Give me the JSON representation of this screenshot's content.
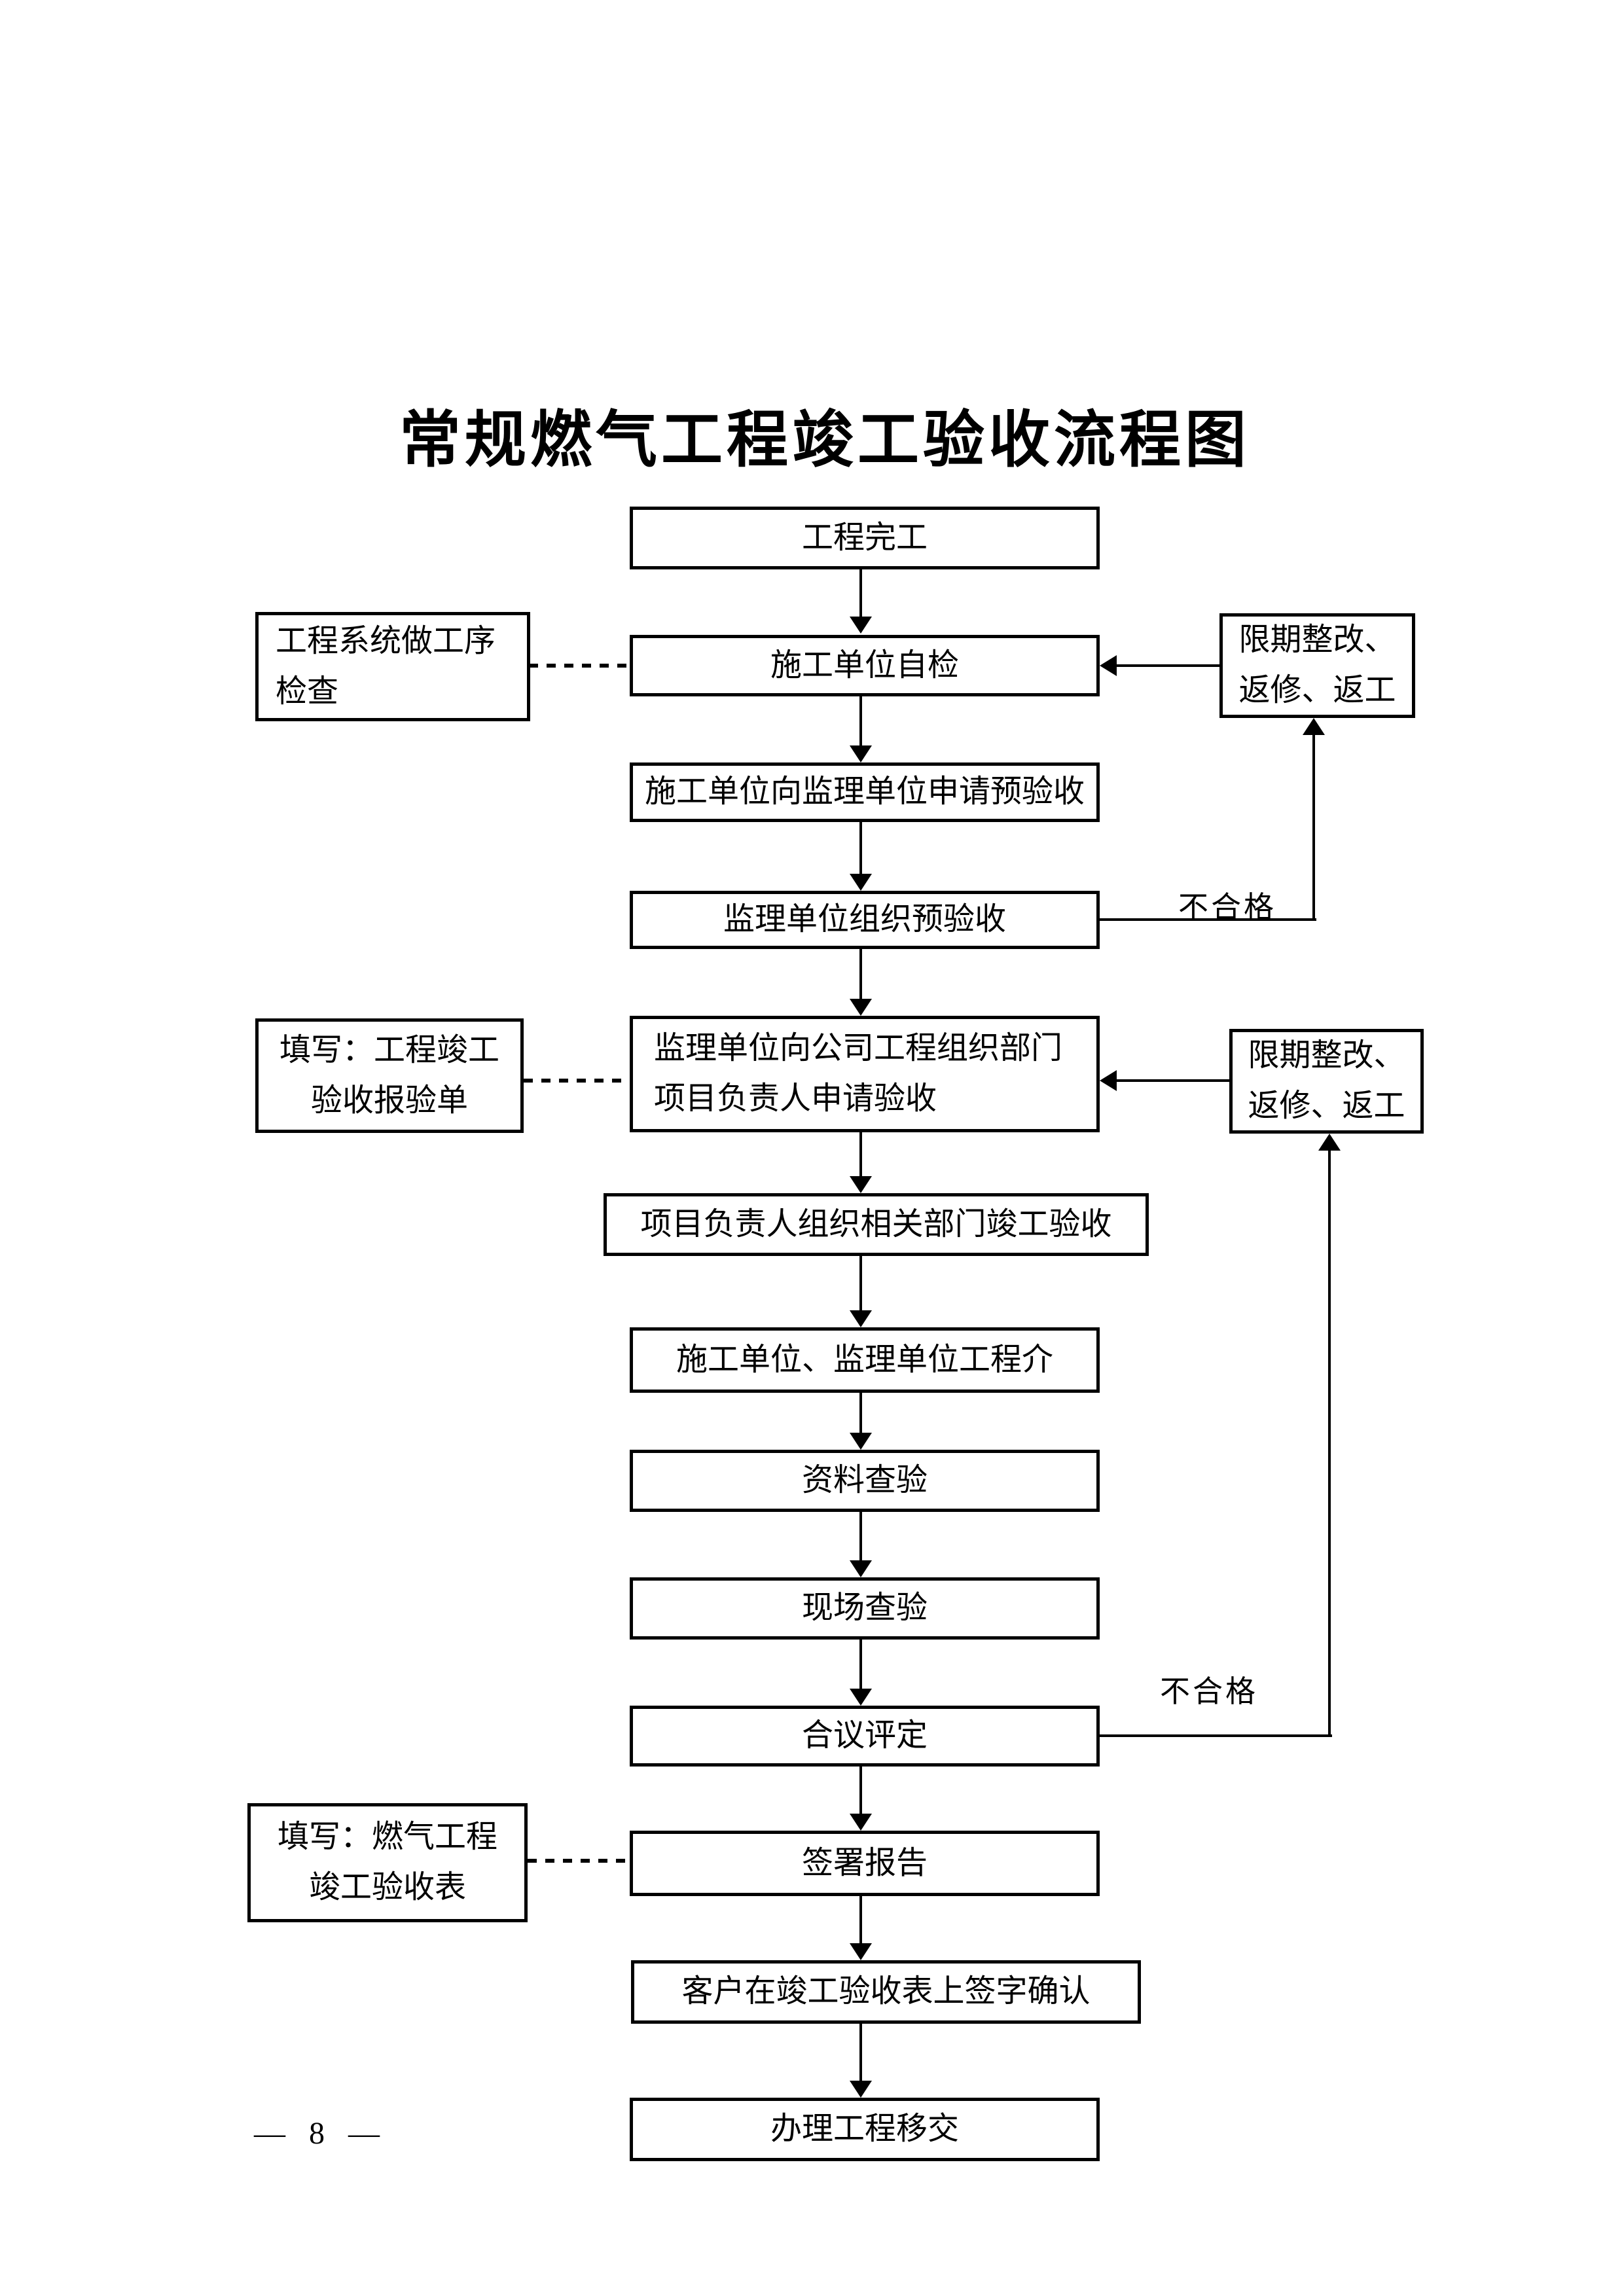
{
  "colors": {
    "ink": "#000000",
    "paper": "#ffffff"
  },
  "title": "常规燃气工程竣工验收流程图",
  "page_number": "— 8 —",
  "flow": {
    "main_nodes": [
      {
        "label": "工程完工"
      },
      {
        "label": "施工单位自检"
      },
      {
        "label": "施工单位向监理单位申请预验收"
      },
      {
        "label": "监理单位组织预验收"
      },
      {
        "lines": [
          "监理单位向公司工程组织部门",
          "项目负责人申请验收"
        ]
      },
      {
        "label": "项目负责人组织相关部门竣工验收"
      },
      {
        "label": "施工单位、监理单位工程介"
      },
      {
        "label": "资料查验"
      },
      {
        "label": "现场查验"
      },
      {
        "label": "合议评定"
      },
      {
        "label": "签署报告"
      },
      {
        "label": "客户在竣工验收表上签字确认"
      },
      {
        "label": "办理工程移交"
      }
    ],
    "side_notes": [
      {
        "lines": [
          "工程系统做工序",
          "检查"
        ]
      },
      {
        "lines": [
          "填写：工程竣工",
          "验收报验单"
        ]
      },
      {
        "lines": [
          "填写：燃气工程",
          "竣工验收表"
        ]
      }
    ],
    "rework_boxes": [
      {
        "lines": [
          "限期整改、",
          "返修、返工"
        ]
      },
      {
        "lines": [
          "限期整改、",
          "返修、返工"
        ]
      }
    ],
    "edge_labels": [
      {
        "text": "不合格"
      },
      {
        "text": "不合格"
      }
    ]
  }
}
